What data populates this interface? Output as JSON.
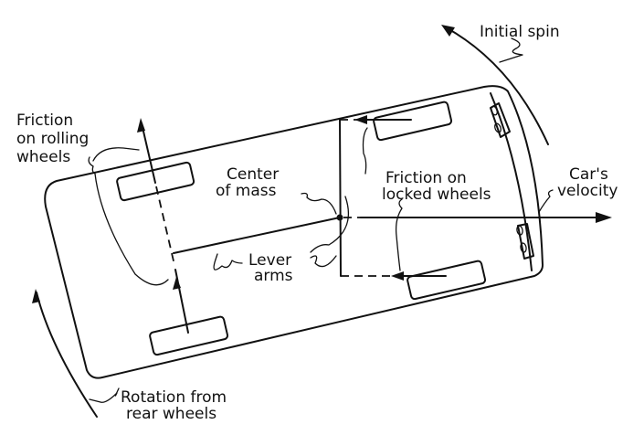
{
  "diagram": {
    "labels": {
      "initial_spin": "Initial spin",
      "friction_rolling": [
        "Friction",
        "on rolling",
        "wheels"
      ],
      "center_of_mass": [
        "Center",
        "of mass"
      ],
      "friction_locked": [
        "Friction on",
        "locked wheels"
      ],
      "cars_velocity": [
        "Car's",
        "velocity"
      ],
      "lever_arms": [
        "Lever",
        "arms"
      ],
      "rotation_rear": [
        "Rotation from",
        "rear wheels"
      ]
    },
    "colors": {
      "ink": "#111111",
      "paper": "#ffffff"
    }
  }
}
